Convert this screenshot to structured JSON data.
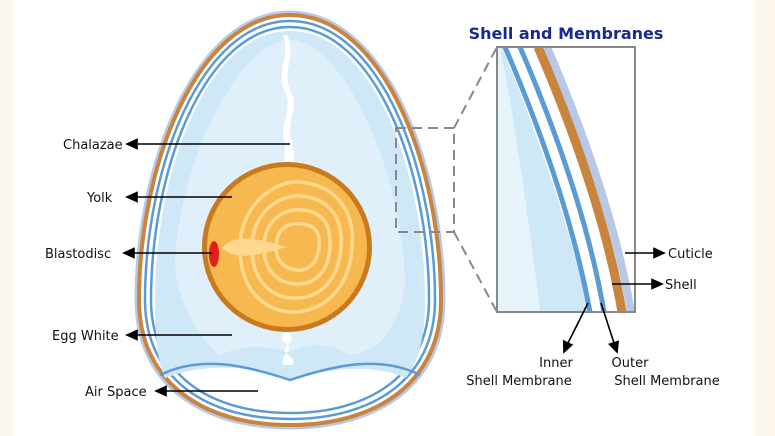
{
  "diagram": {
    "title": "Shell and Membranes",
    "labels": {
      "chalazae": "Chalazae",
      "yolk": "Yolk",
      "blastodisc": "Blastodisc",
      "egg_white": "Egg White",
      "air_space": "Air Space",
      "cuticle": "Cuticle",
      "shell": "Shell",
      "inner_membrane_1": "Inner",
      "inner_membrane_2": "Shell Membrane",
      "outer_membrane_1": "Outer",
      "outer_membrane_2": "Shell Membrane"
    },
    "colors": {
      "background": "#fdf6ec",
      "shell": "#c9843e",
      "membrane": "#5b9bd5",
      "albumen": "#cfe8f7",
      "yolk": "#f5a623",
      "yolk_light": "#ffd27a",
      "blastodisc": "#e02020",
      "title": "#1a2a8c"
    }
  }
}
